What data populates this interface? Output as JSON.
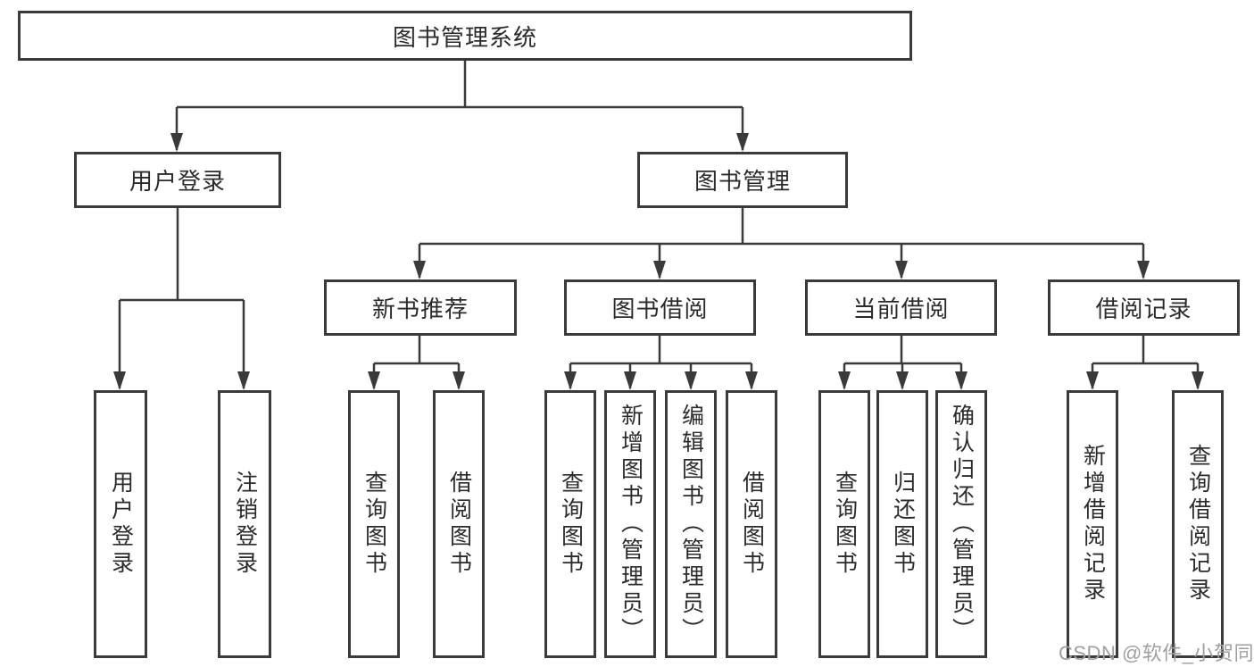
{
  "diagram": {
    "root": {
      "label": "图书管理系统"
    },
    "branches": [
      {
        "label": "用户登录",
        "children": [
          {
            "label": "用户登录"
          },
          {
            "label": "注销登录"
          }
        ]
      },
      {
        "label": "图书管理",
        "children": [
          {
            "label": "新书推荐",
            "children": [
              {
                "label": "查询图书"
              },
              {
                "label": "借阅图书"
              }
            ]
          },
          {
            "label": "图书借阅",
            "children": [
              {
                "label": "查询图书"
              },
              {
                "label": "新增图书（管理员）"
              },
              {
                "label": "编辑图书（管理员）"
              },
              {
                "label": "借阅图书"
              }
            ]
          },
          {
            "label": "当前借阅",
            "children": [
              {
                "label": "查询图书"
              },
              {
                "label": "归还图书"
              },
              {
                "label": "确认归还（管理员）"
              }
            ]
          },
          {
            "label": "借阅记录",
            "children": [
              {
                "label": "新增借阅记录"
              },
              {
                "label": "查询借阅记录"
              }
            ]
          }
        ]
      }
    ]
  },
  "watermark": {
    "text": "CSDN @软件_小贺同学"
  },
  "colors": {
    "line": "#3a3a3a",
    "box_border": "#3a3a3a",
    "text": "#2b2b2b",
    "watermark": "#9f9f9f",
    "background": "#ffffff"
  }
}
